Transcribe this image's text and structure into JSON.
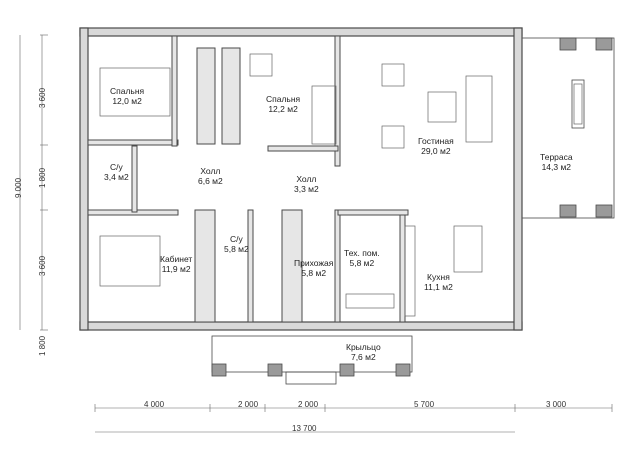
{
  "rooms": {
    "bedroom1": {
      "name": "Спальня",
      "area": "12,0 м2"
    },
    "bedroom2": {
      "name": "Спальня",
      "area": "12,2 м2"
    },
    "living": {
      "name": "Гостиная",
      "area": "29,0 м2"
    },
    "terrace": {
      "name": "Терраса",
      "area": "14,3 м2"
    },
    "bath1": {
      "name": "С/у",
      "area": "3,4 м2"
    },
    "hall1": {
      "name": "Холл",
      "area": "6,6 м2"
    },
    "hall2": {
      "name": "Холл",
      "area": "3,3 м2"
    },
    "study": {
      "name": "Кабинет",
      "area": "11,9 м2"
    },
    "bath2": {
      "name": "С/у",
      "area": "5,8 м2"
    },
    "entry": {
      "name": "Прихожая",
      "area": "5,8 м2"
    },
    "tech": {
      "name": "Тех. пом.",
      "area": "5,8 м2"
    },
    "kitchen": {
      "name": "Кухня",
      "area": "11,1 м2"
    },
    "porch": {
      "name": "Крыльцо",
      "area": "7,6 м2"
    }
  },
  "dimensions": {
    "bottom": [
      "4 000",
      "2 000",
      "2 000",
      "5 700",
      "3 000"
    ],
    "total_width": "13 700",
    "left": [
      "3 600",
      "1 800",
      "3 600",
      "1 800"
    ],
    "total_height": "9 000"
  },
  "colors": {
    "wall": "#4a4a4a",
    "wall_fill": "#d9d9d9",
    "line": "#333333"
  }
}
